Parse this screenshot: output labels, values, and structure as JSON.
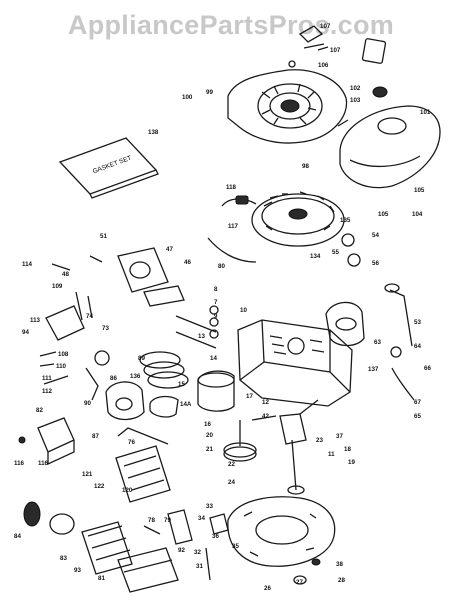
{
  "watermark": "AppliancePartsPros.com",
  "gasket_set_label": "GASKET SET",
  "callouts": [
    {
      "id": "c107a",
      "text": "107"
    },
    {
      "id": "c107b",
      "text": "107"
    },
    {
      "id": "c106",
      "text": "106"
    },
    {
      "id": "c100",
      "text": "100"
    },
    {
      "id": "c99",
      "text": "99"
    },
    {
      "id": "c102",
      "text": "102"
    },
    {
      "id": "c103",
      "text": "103"
    },
    {
      "id": "c101",
      "text": "101"
    },
    {
      "id": "c138",
      "text": "138"
    },
    {
      "id": "c98",
      "text": "98"
    },
    {
      "id": "c118",
      "text": "118"
    },
    {
      "id": "c105a",
      "text": "105"
    },
    {
      "id": "c105b",
      "text": "105"
    },
    {
      "id": "c104",
      "text": "104"
    },
    {
      "id": "c135",
      "text": "135"
    },
    {
      "id": "c117",
      "text": "117"
    },
    {
      "id": "c54",
      "text": "54"
    },
    {
      "id": "c51",
      "text": "51"
    },
    {
      "id": "c47",
      "text": "47"
    },
    {
      "id": "c55",
      "text": "55"
    },
    {
      "id": "c134",
      "text": "134"
    },
    {
      "id": "c56",
      "text": "56"
    },
    {
      "id": "c114",
      "text": "114"
    },
    {
      "id": "c46",
      "text": "46"
    },
    {
      "id": "c48",
      "text": "48"
    },
    {
      "id": "c80",
      "text": "80"
    },
    {
      "id": "c109",
      "text": "109"
    },
    {
      "id": "c8",
      "text": "8"
    },
    {
      "id": "c7",
      "text": "7"
    },
    {
      "id": "c9",
      "text": "9"
    },
    {
      "id": "c74",
      "text": "74"
    },
    {
      "id": "c73",
      "text": "73"
    },
    {
      "id": "c10",
      "text": "10"
    },
    {
      "id": "c113",
      "text": "113"
    },
    {
      "id": "c94",
      "text": "94"
    },
    {
      "id": "c53",
      "text": "53"
    },
    {
      "id": "c108",
      "text": "108"
    },
    {
      "id": "c89",
      "text": "89"
    },
    {
      "id": "c13",
      "text": "13"
    },
    {
      "id": "c14",
      "text": "14"
    },
    {
      "id": "c63",
      "text": "63"
    },
    {
      "id": "c64",
      "text": "64"
    },
    {
      "id": "c110",
      "text": "110"
    },
    {
      "id": "c136",
      "text": "136"
    },
    {
      "id": "c137",
      "text": "137"
    },
    {
      "id": "c66",
      "text": "66"
    },
    {
      "id": "c111",
      "text": "111"
    },
    {
      "id": "c86",
      "text": "86"
    },
    {
      "id": "c15",
      "text": "15"
    },
    {
      "id": "c112",
      "text": "112"
    },
    {
      "id": "c82",
      "text": "82"
    },
    {
      "id": "c90",
      "text": "90"
    },
    {
      "id": "c14a",
      "text": "14A"
    },
    {
      "id": "c17",
      "text": "17"
    },
    {
      "id": "c12",
      "text": "12"
    },
    {
      "id": "c42",
      "text": "42"
    },
    {
      "id": "c67",
      "text": "67"
    },
    {
      "id": "c65",
      "text": "65"
    },
    {
      "id": "c16",
      "text": "16"
    },
    {
      "id": "c87",
      "text": "87"
    },
    {
      "id": "c76",
      "text": "76"
    },
    {
      "id": "c20",
      "text": "20"
    },
    {
      "id": "c21",
      "text": "21"
    },
    {
      "id": "c23",
      "text": "23"
    },
    {
      "id": "c37",
      "text": "37"
    },
    {
      "id": "c11",
      "text": "11"
    },
    {
      "id": "c18",
      "text": "18"
    },
    {
      "id": "c116a",
      "text": "116"
    },
    {
      "id": "c116b",
      "text": "116"
    },
    {
      "id": "c22",
      "text": "22"
    },
    {
      "id": "c19",
      "text": "19"
    },
    {
      "id": "c121",
      "text": "121"
    },
    {
      "id": "c120",
      "text": "120"
    },
    {
      "id": "c122",
      "text": "122"
    },
    {
      "id": "c24",
      "text": "24"
    },
    {
      "id": "c84",
      "text": "84"
    },
    {
      "id": "c33",
      "text": "33"
    },
    {
      "id": "c78",
      "text": "78"
    },
    {
      "id": "c79",
      "text": "79"
    },
    {
      "id": "c34",
      "text": "34"
    },
    {
      "id": "c36",
      "text": "36"
    },
    {
      "id": "c83",
      "text": "83"
    },
    {
      "id": "c92",
      "text": "92"
    },
    {
      "id": "c93",
      "text": "93"
    },
    {
      "id": "c32",
      "text": "32"
    },
    {
      "id": "c35",
      "text": "35"
    },
    {
      "id": "c31",
      "text": "31"
    },
    {
      "id": "c81",
      "text": "81"
    },
    {
      "id": "c38",
      "text": "38"
    },
    {
      "id": "c27",
      "text": "27"
    },
    {
      "id": "c28",
      "text": "28"
    },
    {
      "id": "c26",
      "text": "26"
    }
  ]
}
